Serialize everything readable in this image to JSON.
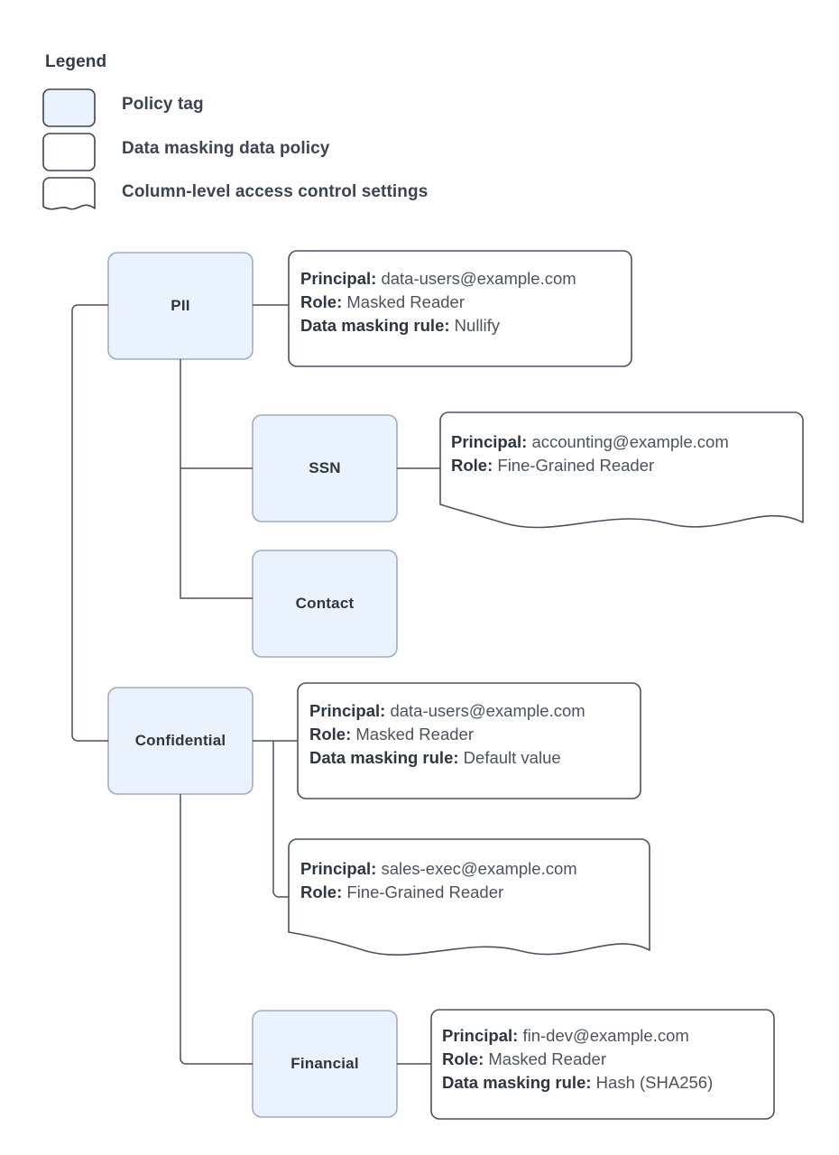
{
  "legend": {
    "title": "Legend",
    "items": [
      {
        "swatch": "policy-tag-swatch",
        "label": "Policy tag"
      },
      {
        "swatch": "data-masking-policy-swatch",
        "label": "Data masking data policy"
      },
      {
        "swatch": "column-access-settings-swatch",
        "label": "Column-level access control settings"
      }
    ]
  },
  "colors": {
    "node_fill": "#e9f2fd",
    "node_stroke": "#9fadbd",
    "detail_stroke": "#4a5260",
    "edge_stroke": "#4a5260",
    "text_dark": "#2e3642",
    "text_body": "#4b535f",
    "background": "#ffffff"
  },
  "nodes": [
    {
      "id": "pii",
      "label": "PII"
    },
    {
      "id": "ssn",
      "label": "SSN"
    },
    {
      "id": "contact",
      "label": "Contact"
    },
    {
      "id": "confidential",
      "label": "Confidential"
    },
    {
      "id": "financial",
      "label": "Financial"
    }
  ],
  "detail_boxes": [
    {
      "id": "pii-policy",
      "kind": "data-masking-data-policy",
      "rows": [
        {
          "key": "Principal:",
          "value": "data-users@example.com"
        },
        {
          "key": "Role:",
          "value": "Masked Reader"
        },
        {
          "key": "Data masking rule:",
          "value": "Nullify"
        }
      ]
    },
    {
      "id": "ssn-access",
      "kind": "column-level-access-control-settings",
      "rows": [
        {
          "key": "Principal:",
          "value": "accounting@example.com"
        },
        {
          "key": "Role:",
          "value": "Fine-Grained Reader"
        }
      ]
    },
    {
      "id": "confidential-policy",
      "kind": "data-masking-data-policy",
      "rows": [
        {
          "key": "Principal:",
          "value": "data-users@example.com"
        },
        {
          "key": "Role:",
          "value": "Masked Reader"
        },
        {
          "key": "Data masking rule:",
          "value": "Default value"
        }
      ]
    },
    {
      "id": "confidential-access",
      "kind": "column-level-access-control-settings",
      "rows": [
        {
          "key": "Principal:",
          "value": "sales-exec@example.com"
        },
        {
          "key": "Role:",
          "value": "Fine-Grained Reader"
        }
      ]
    },
    {
      "id": "financial-policy",
      "kind": "data-masking-data-policy",
      "rows": [
        {
          "key": "Principal:",
          "value": "fin-dev@example.com"
        },
        {
          "key": "Role:",
          "value": "Masked Reader"
        },
        {
          "key": "Data masking rule:",
          "value": "Hash (SHA256)"
        }
      ]
    }
  ]
}
